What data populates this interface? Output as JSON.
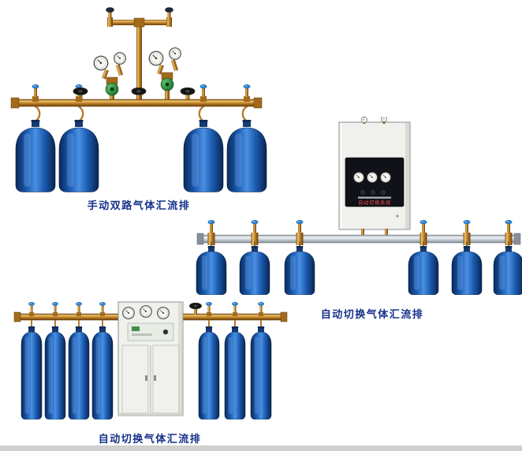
{
  "page": {
    "background": "#ffffff",
    "footer_strip_color": "#d0d0cd"
  },
  "colors": {
    "brass_pipe": "#c08227",
    "cylinder_blue": "#1b5cb2",
    "cylinder_blue_dark": "#0a2a5c",
    "valve_cap_blue": "#2f86d6",
    "regulator_green": "#2c8c3a",
    "silver_pipe": "#bfc6cf",
    "cabinet_body": "#f0f1ec",
    "panel_black": "#101217",
    "caption_text": "#17318c",
    "cabinet_label_red": "#e2524a"
  },
  "products": [
    {
      "id": "manual-dual-line-manifold",
      "caption": "手动双路气体汇流排"
    },
    {
      "id": "auto-switch-manifold-wall-cabinet",
      "caption": "自动切换气体汇流排",
      "cabinet_label": "自动切换系统"
    },
    {
      "id": "auto-switch-manifold-floor-cabinet",
      "caption": "自动切换气体汇流排"
    }
  ]
}
